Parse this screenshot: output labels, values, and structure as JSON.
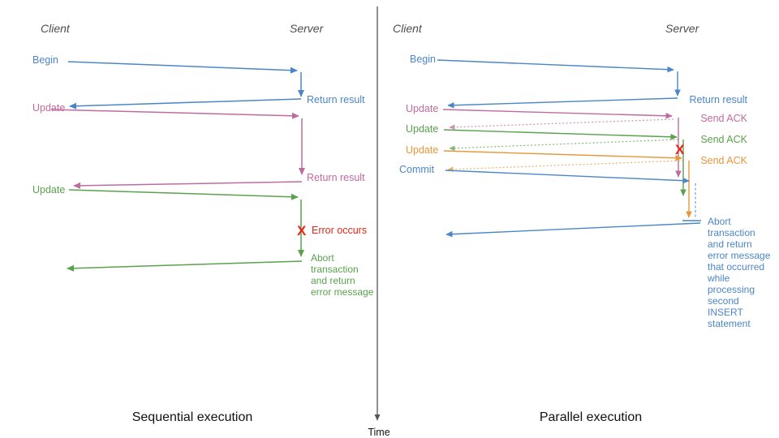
{
  "colors": {
    "blue": "#4a86c8",
    "pink": "#c06b9e",
    "green": "#5aa14d",
    "orange": "#e8963b",
    "red": "#e82517",
    "header": "#4d4d4d",
    "axis": "#555555",
    "caption": "#111111"
  },
  "time": {
    "label": "Time"
  },
  "left": {
    "caption": "Sequential execution",
    "client": "Client",
    "server": "Server",
    "begin": "Begin",
    "return1": "Return result",
    "update1": "Update",
    "return2": "Return result",
    "update2": "Update",
    "error_mark": "X",
    "error": "Error occurs",
    "abort": [
      "Abort",
      "transaction",
      "and return",
      "error message"
    ]
  },
  "right": {
    "caption": "Parallel execution",
    "client": "Client",
    "server": "Server",
    "begin": "Begin",
    "return1": "Return result",
    "update1": "Update",
    "ack1": "Send ACK",
    "update2": "Update",
    "ack2": "Send ACK",
    "update3": "Update",
    "ack3": "Send ACK",
    "commit": "Commit",
    "error_mark": "X",
    "abort": [
      "Abort",
      "transaction",
      "and return",
      "error message",
      "that occurred",
      "while",
      "processing",
      "second",
      "INSERT",
      "statement"
    ]
  }
}
